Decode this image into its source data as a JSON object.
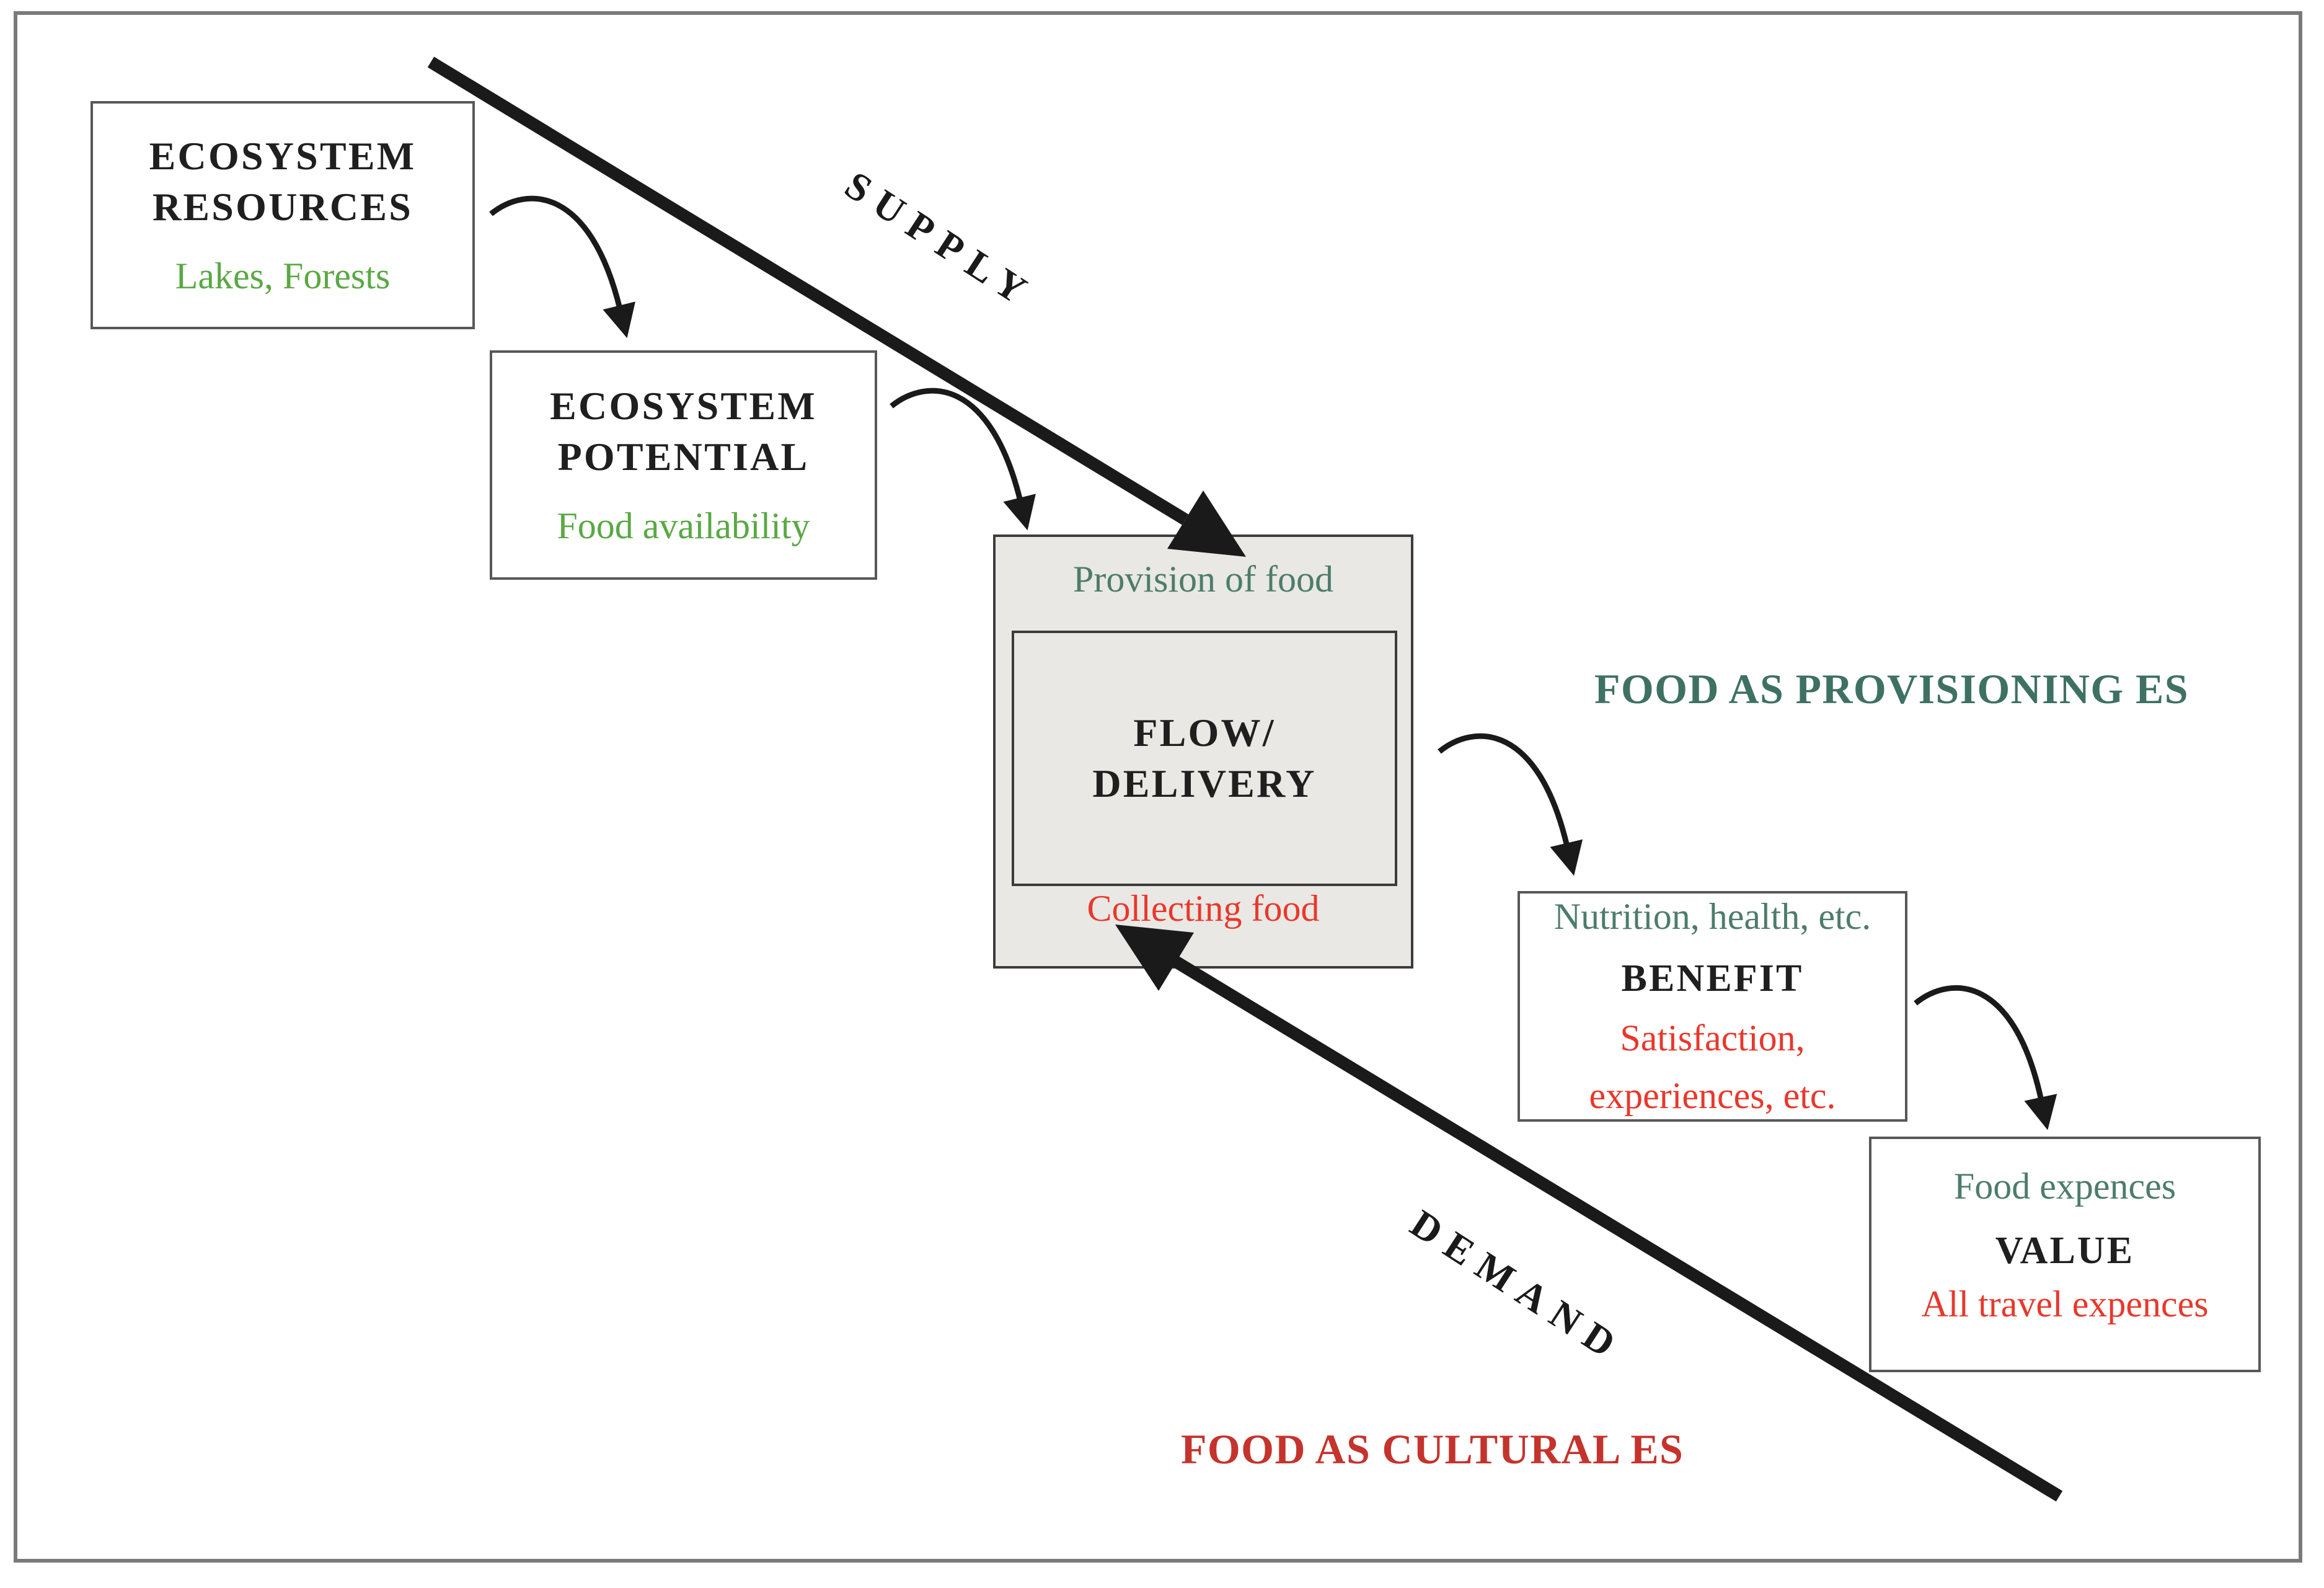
{
  "supply_label": "SUPPLY",
  "demand_label": "DEMAND",
  "caption_provisioning": "FOOD AS PROVISIONING ES",
  "caption_cultural": "FOOD AS CULTURAL ES",
  "boxes": {
    "resources": {
      "title_line1": "ECOSYSTEM",
      "title_line2": "RESOURCES",
      "subtitle": "Lakes, Forests"
    },
    "potential": {
      "title_line1": "ECOSYSTEM",
      "title_line2": "POTENTIAL",
      "subtitle": "Food availability"
    },
    "flow": {
      "top_label": "Provision of food",
      "title_line1": "FLOW/",
      "title_line2": "DELIVERY",
      "bottom_label": "Collecting food"
    },
    "benefit": {
      "top_label": "Nutrition, health, etc.",
      "title": "BENEFIT",
      "bottom_line1": "Satisfaction,",
      "bottom_line2": "experiences, etc."
    },
    "value": {
      "top_label": "Food expences",
      "title": "VALUE",
      "bottom_label": "All travel expences"
    }
  },
  "colors": {
    "green_text": "#5aa844",
    "teal_text": "#4d7c6b",
    "red_text": "#e8382c",
    "caption_teal": "#3e7163",
    "caption_red": "#c5332d",
    "box_fill_gray": "#e9e8e4",
    "box_border": "#58585a",
    "arrow_black": "#1a1a1a",
    "frame_border": "#7a7a7a"
  }
}
